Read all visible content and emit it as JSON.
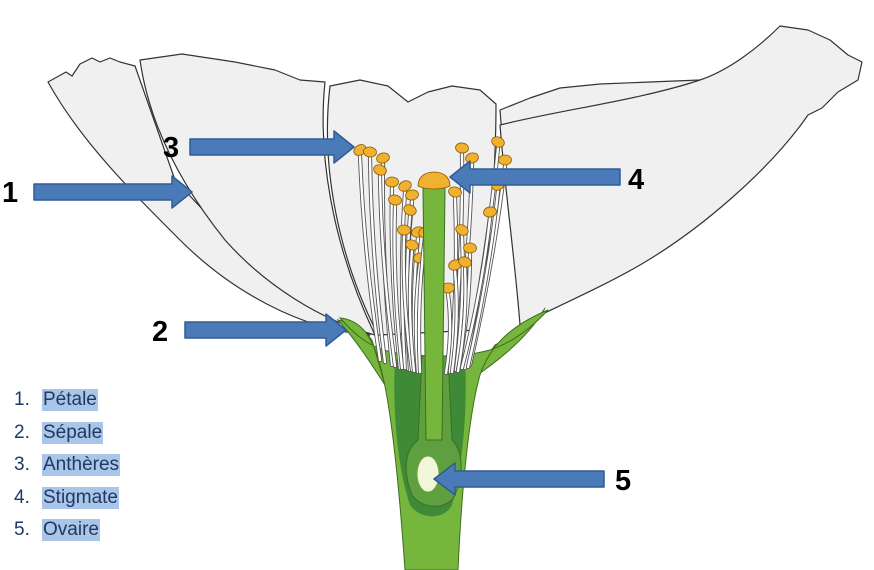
{
  "colors": {
    "petal_fill": "#f0f0f0",
    "petal_stroke": "#333333",
    "stem": "#76b63c",
    "ovary_dark": "#3f8a37",
    "ovary_light": "#5ea040",
    "anther": "#f0b030",
    "ovule": "#f2f6d8",
    "arrow_fill": "#4a7ab8",
    "arrow_stroke": "#2f5c96",
    "legend_text": "#1f3864",
    "legend_highlight": "#a9c6e8"
  },
  "callouts": [
    {
      "id": "petal",
      "number": "1"
    },
    {
      "id": "sepal",
      "number": "2"
    },
    {
      "id": "anthers",
      "number": "3"
    },
    {
      "id": "stigma",
      "number": "4"
    },
    {
      "id": "ovary",
      "number": "5"
    }
  ],
  "legend": [
    {
      "index": "1.",
      "label": "Pétale"
    },
    {
      "index": "2.",
      "label": "Sépale"
    },
    {
      "index": "3.",
      "label": "Anthères"
    },
    {
      "index": "4.",
      "label": "Stigmate"
    },
    {
      "index": "5.",
      "label": "Ovaire"
    }
  ]
}
